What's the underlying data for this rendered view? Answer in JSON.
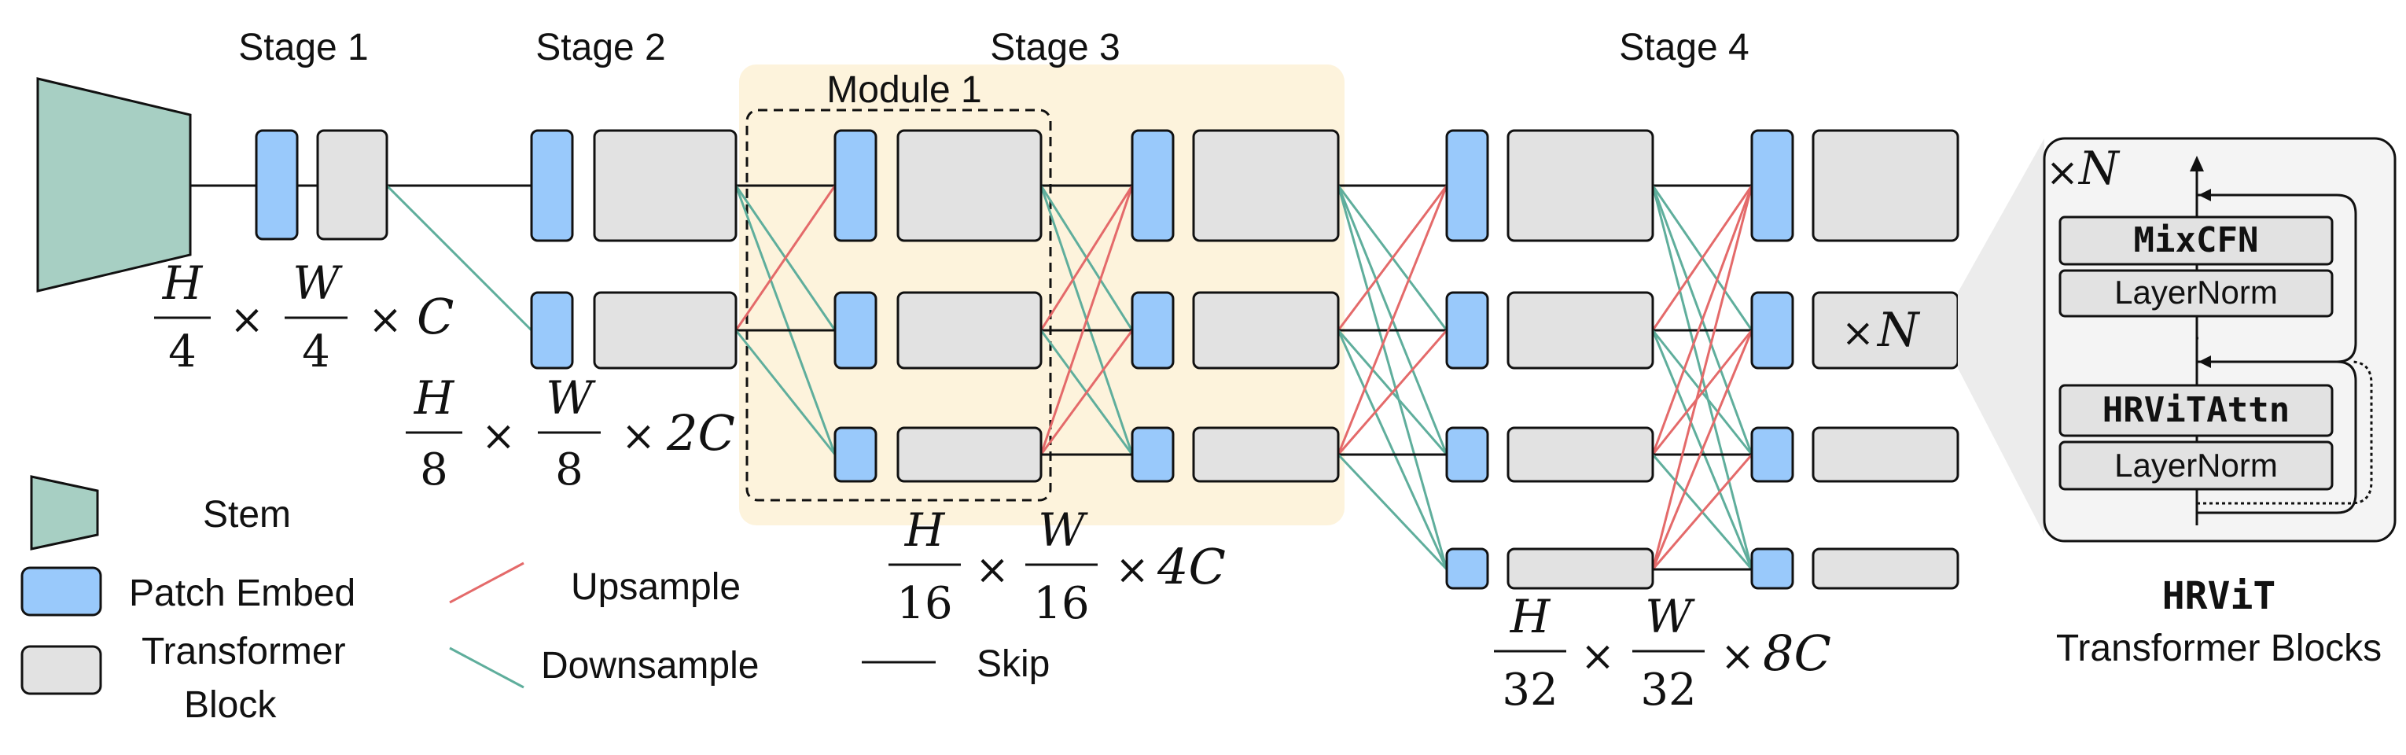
{
  "colors": {
    "stem_fill": "#a7cfc3",
    "patch_fill": "#99c9fb",
    "block_fill": "#e2e2e2",
    "module_bg": "#fdf3dc",
    "upsample": "#e46a6a",
    "downsample": "#5fae9c",
    "skip": "#111111",
    "panel_bg": "#f4f4f4"
  },
  "stages": {
    "stage1": "Stage 1",
    "stage2": "Stage 2",
    "stage3": "Stage 3",
    "stage4": "Stage 4"
  },
  "module": {
    "label": "Module 1"
  },
  "repeat": {
    "times": "×",
    "n": "N"
  },
  "dims": {
    "s1": {
      "h": "H",
      "w": "W",
      "den": "4",
      "times": "×",
      "c": "C"
    },
    "s2": {
      "h": "H",
      "w": "W",
      "den": "8",
      "times": "×",
      "c": "2C"
    },
    "s3": {
      "h": "H",
      "w": "W",
      "den": "16",
      "times": "×",
      "c": "4C"
    },
    "s4": {
      "h": "H",
      "w": "W",
      "den": "32",
      "times": "×",
      "c": "8C"
    }
  },
  "legend": {
    "stem": "Stem",
    "patch_embed": "Patch Embed",
    "transformer_line1": "Transformer",
    "transformer_line2": "Block",
    "upsample": "Upsample",
    "downsample": "Downsample",
    "skip": "Skip"
  },
  "panel": {
    "mixcfn": "MixCFN",
    "layernorm_top": "LayerNorm",
    "hrvitattn": "HRViTAttn",
    "layernorm_bottom": "LayerNorm",
    "title": "HRViT",
    "subtitle": "Transformer Blocks"
  }
}
